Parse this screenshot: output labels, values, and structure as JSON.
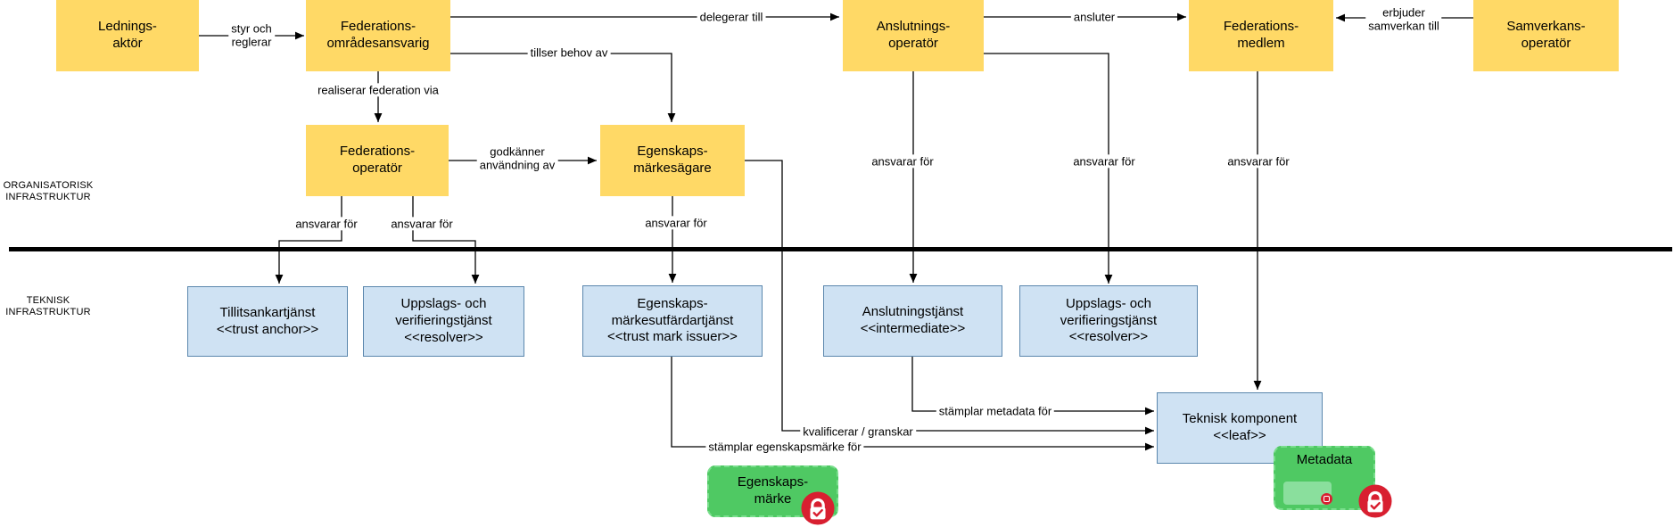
{
  "sections": {
    "top": {
      "line1": "ORGANISATORISK",
      "line2": "INFRASTRUKTUR"
    },
    "bottom": {
      "line1": "TEKNISK",
      "line2": "INFRASTRUKTUR"
    }
  },
  "actors": {
    "lednings_aktor": {
      "line1": "Lednings-",
      "line2": "aktör"
    },
    "federations_omradesansvarig": {
      "line1": "Federations-",
      "line2": "områdesansvarig"
    },
    "anslutnings_operator": {
      "line1": "Anslutnings-",
      "line2": "operatör"
    },
    "federations_medlem": {
      "line1": "Federations-",
      "line2": "medlem"
    },
    "samverkans_operator": {
      "line1": "Samverkans-",
      "line2": "operatör"
    },
    "federations_operator": {
      "line1": "Federations-",
      "line2": "operatör"
    },
    "egenskaps_markesagare": {
      "line1": "Egenskaps-",
      "line2": "märkesägare"
    }
  },
  "services": {
    "tillitsankartjanst": {
      "line1": "Tillitsankartjänst",
      "line2": "<<trust anchor>>"
    },
    "uppslags_1": {
      "line1": "Uppslags- och",
      "line2": "verifieringstjänst",
      "line3": "<<resolver>>"
    },
    "markesutfardartjanst": {
      "line1": "Egenskaps-",
      "line2": "märkesutfärdartjänst",
      "line3": "<<trust mark issuer>>"
    },
    "anslutningstjanst": {
      "line1": "Anslutningstjänst",
      "line2": "<<intermediate>>"
    },
    "uppslags_2": {
      "line1": "Uppslags- och",
      "line2": "verifieringstjänst",
      "line3": "<<resolver>>"
    },
    "teknisk_komponent": {
      "line1": "Teknisk komponent",
      "line2": "<<leaf>>"
    }
  },
  "artifacts": {
    "egenskapsmarke": {
      "line1": "Egenskaps-",
      "line2": "märke"
    },
    "metadata": {
      "label": "Metadata"
    }
  },
  "edge_labels": {
    "styr_och_reglerar": {
      "line1": "styr och",
      "line2": "reglerar"
    },
    "delegerar_till": "delegerar till",
    "ansluter": "ansluter",
    "erbjuder_samverkan": {
      "line1": "erbjuder",
      "line2": "samverkan till"
    },
    "realiserar_federation_via": "realiserar federation via",
    "tillser_behov_av": "tillser behov av",
    "godkanner_anvandning": {
      "line1": "godkänner",
      "line2": "användning av"
    },
    "ansvarar_for": "ansvarar för",
    "stamplar_metadata_for": "stämplar metadata för",
    "kvalificerar_granskar": "kvalificerar / granskar",
    "stamplar_egenskapsmarke_for": "stämplar egenskapsmärke för"
  },
  "colors": {
    "actor_fill": "#FFD966",
    "service_fill": "#CFE2F3",
    "service_border": "#5B87AD",
    "artifact_fill": "#4FC963",
    "artifact_border": "#79DE8C",
    "seal_red": "#D81F30",
    "line": "#000000",
    "background": "#FFFFFF"
  }
}
